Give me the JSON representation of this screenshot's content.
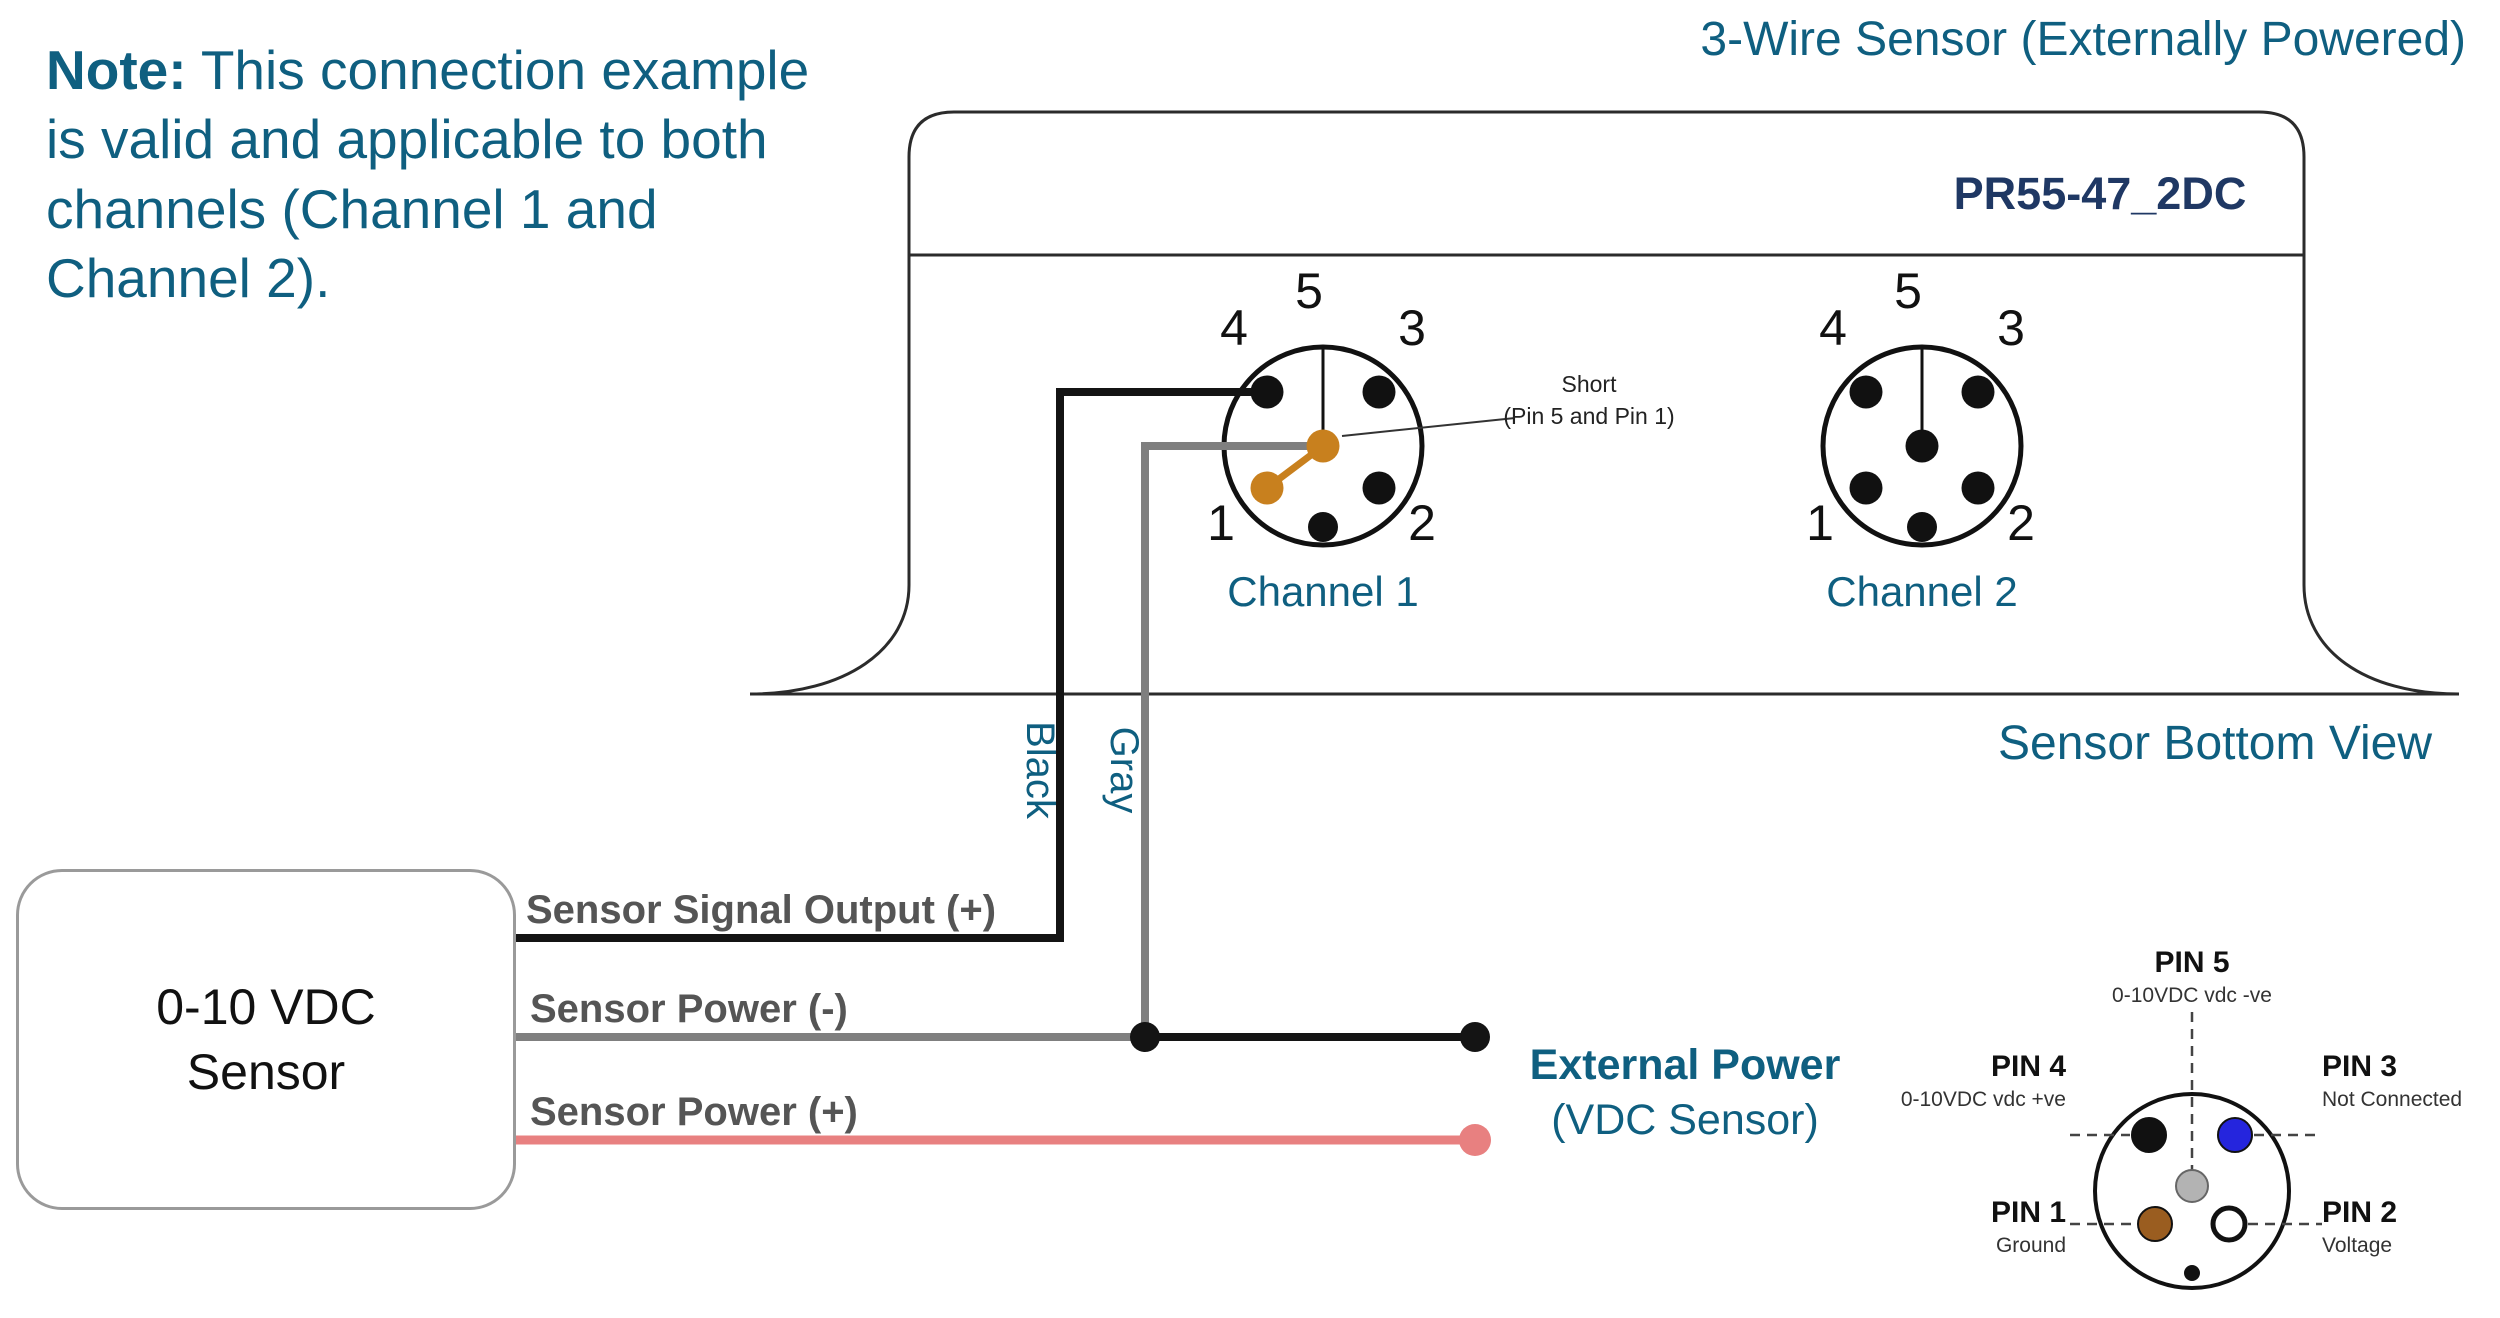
{
  "colors": {
    "teal_text": "#0F5F80",
    "model_navy": "#1F3864",
    "wire_black": "#141414",
    "wire_gray": "#7F7F7F",
    "wire_red": "#E88080",
    "short_orange": "#C8801E",
    "wire_label_gray": "#555555",
    "pin_blue": "#2525DD",
    "pin_brown": "#9A5D20",
    "pin_gray": "#B3B3B3"
  },
  "note": {
    "prefix": "Note:",
    "body": " This connection example is valid and applicable to both channels (Channel 1 and Channel 2)."
  },
  "title": "3-Wire Sensor (Externally Powered)",
  "device": {
    "model": "PR55-47_2DC",
    "view_label": "Sensor Bottom View",
    "channel1": {
      "label": "Channel 1",
      "pin_numbers": [
        "5",
        "4",
        "3",
        "1",
        "2"
      ]
    },
    "channel2": {
      "label": "Channel 2",
      "pin_numbers": [
        "5",
        "4",
        "3",
        "1",
        "2"
      ]
    },
    "short_annotation": {
      "line1": "Short",
      "line2": "(Pin 5 and Pin 1)"
    }
  },
  "sensor": {
    "line1": "0-10 VDC",
    "line2": "Sensor"
  },
  "wires": {
    "signal_label": "Sensor Signal Output (+)",
    "power_neg_label": "Sensor Power (-)",
    "power_pos_label": "Sensor Power (+)",
    "black_color_label": "Black",
    "gray_color_label": "Gray"
  },
  "external_power": {
    "line1": "External Power",
    "line2": "(VDC Sensor)"
  },
  "pinout": {
    "pin5": {
      "name": "PIN 5",
      "desc": "0-10VDC vdc -ve",
      "color": "gray"
    },
    "pin4": {
      "name": "PIN 4",
      "desc": "0-10VDC vdc +ve",
      "color": "black"
    },
    "pin3": {
      "name": "PIN 3",
      "desc": "Not Connected",
      "color": "blue"
    },
    "pin1": {
      "name": "PIN 1",
      "desc": "Ground",
      "color": "brown"
    },
    "pin2": {
      "name": "PIN 2",
      "desc": "Voltage",
      "color": "white"
    }
  }
}
